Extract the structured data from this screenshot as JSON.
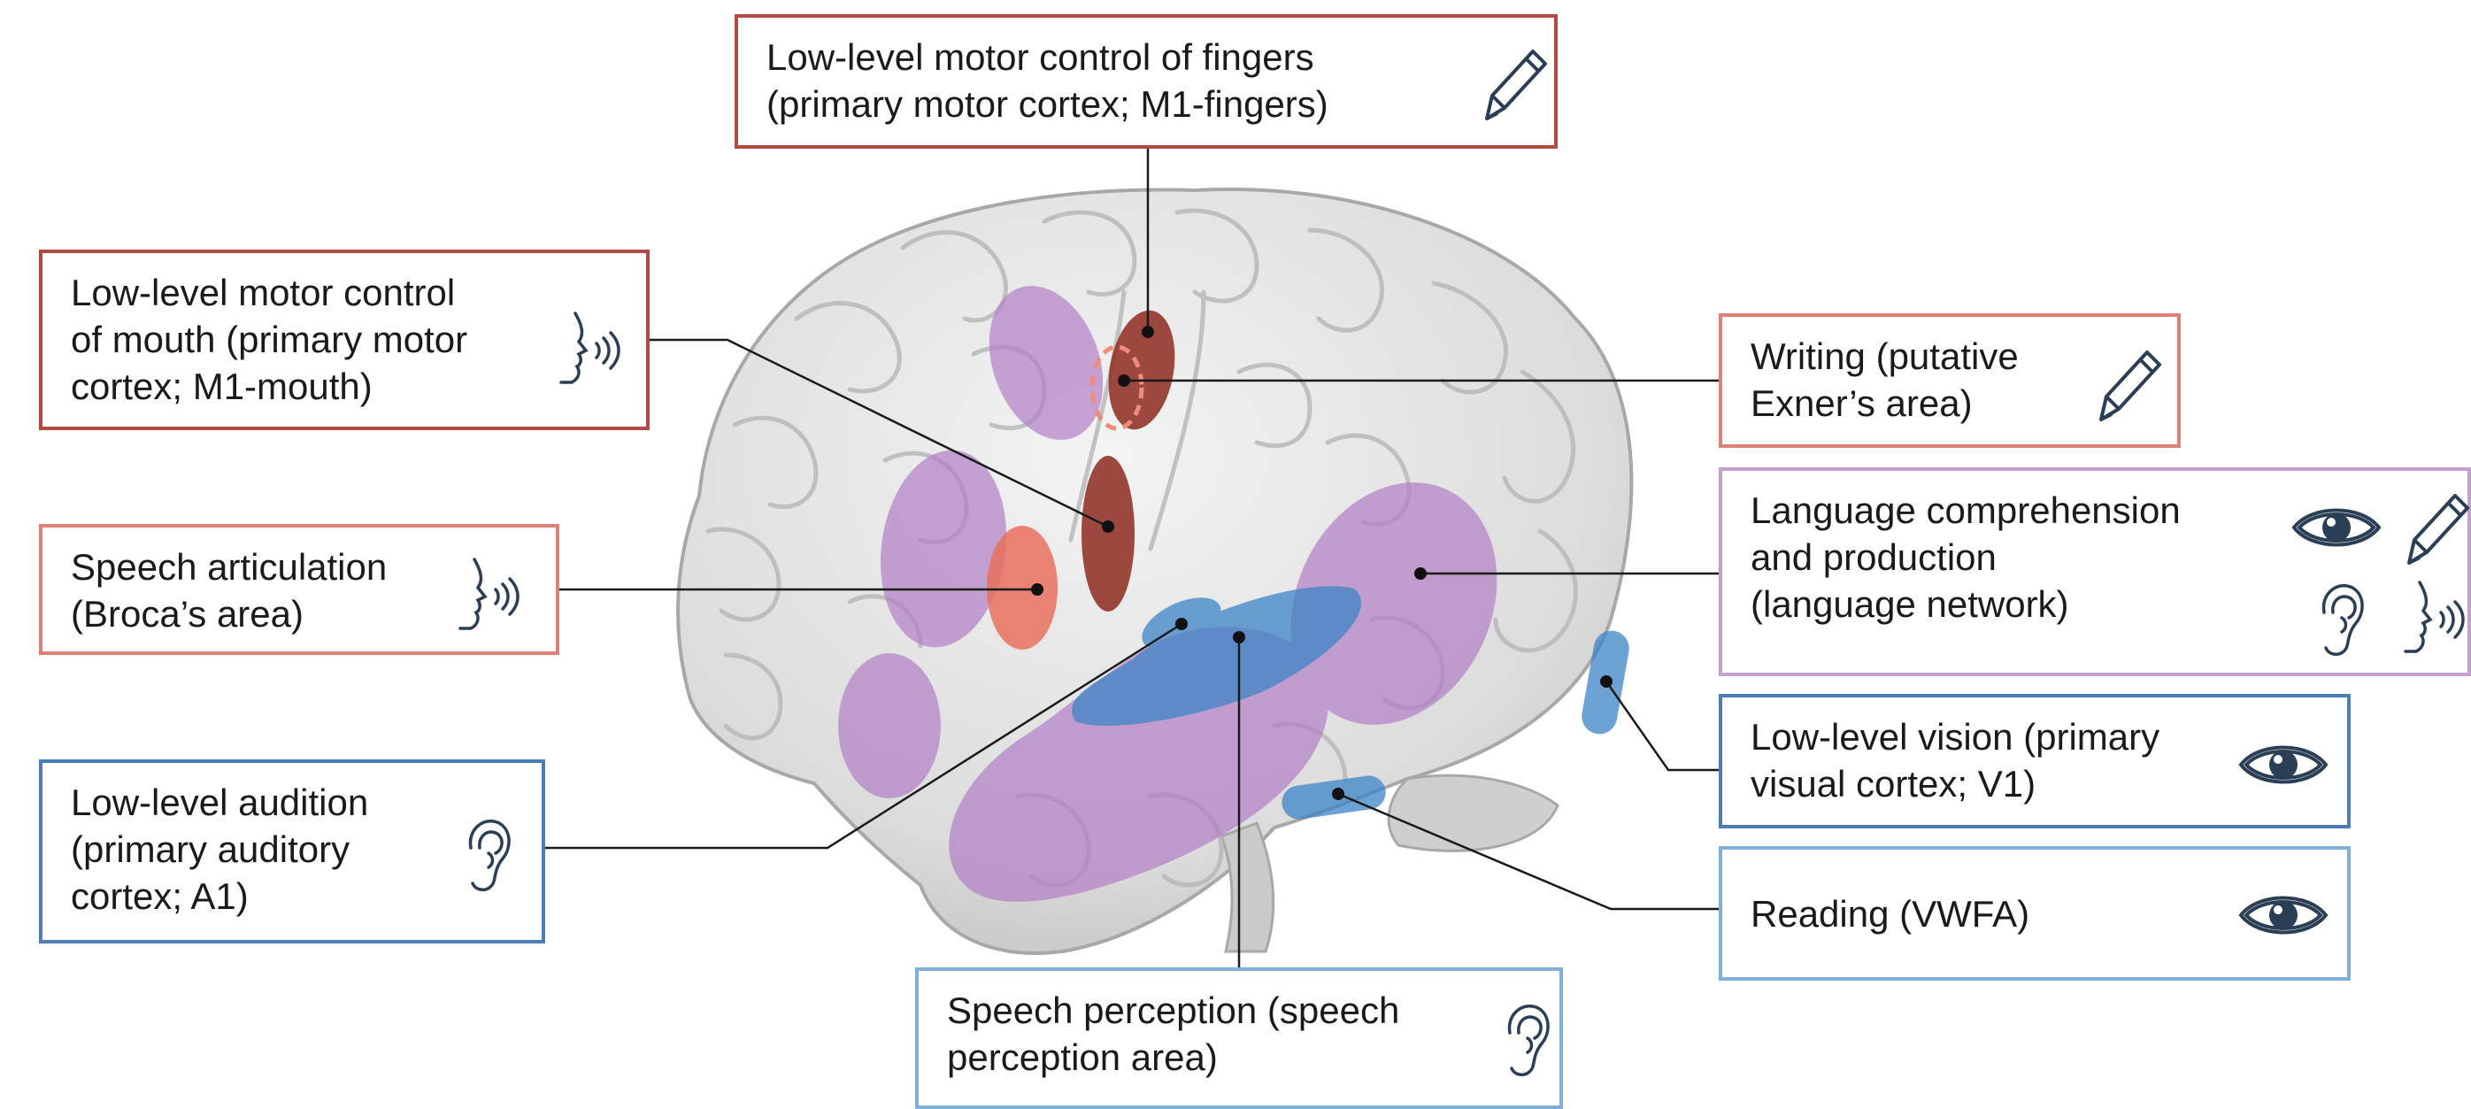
{
  "figure": {
    "boxes": [
      {
        "id": "m1-fingers",
        "text": "Low-level motor control of fingers\n(primary motor cortex; M1-fingers)",
        "border_color": "#b04a44",
        "icons": [
          "pencil-icon"
        ]
      },
      {
        "id": "m1-mouth",
        "text": "Low-level motor control\nof mouth (primary motor\ncortex; M1-mouth)",
        "border_color": "#b04a44",
        "icons": [
          "speaking-face-icon"
        ]
      },
      {
        "id": "broca",
        "text": "Speech articulation\n(Broca’s area)",
        "border_color": "#dd8078",
        "icons": [
          "speaking-face-icon"
        ]
      },
      {
        "id": "a1",
        "text": "Low-level audition\n(primary auditory\ncortex; A1)",
        "border_color": "#4a7eb5",
        "icons": [
          "ear-icon"
        ]
      },
      {
        "id": "exner",
        "text": "Writing (putative\nExner’s area)",
        "border_color": "#dd8078",
        "icons": [
          "pencil-icon"
        ]
      },
      {
        "id": "language",
        "text": "Language comprehension\nand production\n(language network)",
        "border_color": "#c4a0cf",
        "icons": [
          "eye-icon",
          "pencil-icon",
          "ear-icon",
          "speaking-face-icon"
        ]
      },
      {
        "id": "v1",
        "text": "Low-level vision (primary\nvisual cortex; V1)",
        "border_color": "#4a7eb5",
        "icons": [
          "eye-icon"
        ]
      },
      {
        "id": "vwfa",
        "text": "Reading (VWFA)",
        "border_color": "#7fb0d9",
        "icons": [
          "eye-icon"
        ]
      },
      {
        "id": "speech-perception",
        "text": "Speech perception (speech\nperception area)",
        "border_color": "#7fb0d9",
        "icons": [
          "ear-icon"
        ]
      }
    ],
    "region_colors": {
      "language": "#b27fc6",
      "motor": "#8e2a20",
      "articulation": "#e8705e",
      "auditory": "#3d85c6",
      "vision": "#3d85c6"
    }
  }
}
